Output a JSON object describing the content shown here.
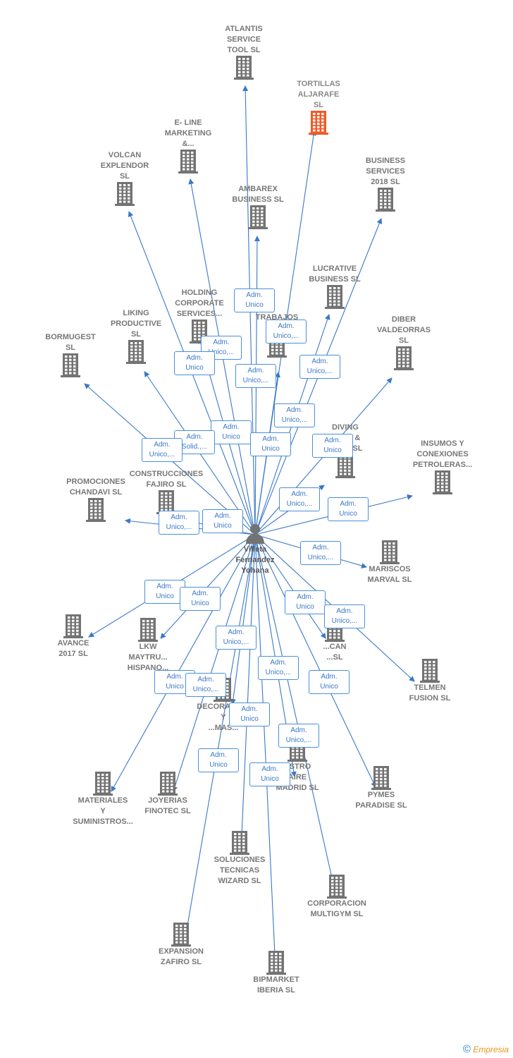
{
  "center": {
    "name": "Villeta\nFernandez\nYohana"
  },
  "colors": {
    "edge": "#3a78c8",
    "building": "#737373",
    "highlight": "#f05a28"
  },
  "nodes": [
    {
      "id": "atlantis",
      "name": "ATLANTIS\nSERVICE\nTOOL SL",
      "edge_label": "Adm.\nUnico"
    },
    {
      "id": "tortillas",
      "name": "TORTILLAS\nALJARAFE\nSL",
      "highlight": true,
      "edge_label": "Adm.\nUnico,..."
    },
    {
      "id": "eline",
      "name": "E- LINE\nMARKETING\n&...",
      "edge_label": "Adm.\nUnico,..."
    },
    {
      "id": "volcan",
      "name": "VOLCAN\nEXPLENDOR\nSL",
      "edge_label": "Adm.\nUnico"
    },
    {
      "id": "business2018",
      "name": "BUSINESS\nSERVICES\n2018 SL",
      "edge_label": "Adm.\nUnico,..."
    },
    {
      "id": "ambarex",
      "name": "AMBAREX\nBUSINESS SL",
      "edge_label": "Adm.\nUnico,..."
    },
    {
      "id": "lucrative",
      "name": "LUCRATIVE\nBUSINESS SL",
      "edge_label": "Adm.\nUnico,..."
    },
    {
      "id": "holding",
      "name": "HOLDING\nCORPORATE\nSERVICES...",
      "edge_label": "Adm.\nUnico"
    },
    {
      "id": "trabajos",
      "name": "TRABAJOS\nPO...",
      "edge_label": "Adm.\nUnico"
    },
    {
      "id": "liking",
      "name": "LIKING\nPRODUCTIVE\nSL",
      "edge_label": "Adm.\nSolid.,..."
    },
    {
      "id": "diber",
      "name": "DIBER\nVALDEORRAS\nSL",
      "edge_label": "Adm.\nUnico"
    },
    {
      "id": "bormugest",
      "name": "BORMUGEST\nSL",
      "edge_label": "Adm.\nUnico,..."
    },
    {
      "id": "diving",
      "name": "DIVING\n...CES &\n...ACT SL",
      "edge_label": "Adm.\nUnico,..."
    },
    {
      "id": "insumos",
      "name": "INSUMOS Y\nCONEXIONES\nPETROLERAS...",
      "edge_label": "Adm.\nUnico"
    },
    {
      "id": "construcciones",
      "name": "CONSTRUCCIONES\nFAJIRO SL",
      "edge_label": "Adm.\nUnico"
    },
    {
      "id": "promociones",
      "name": "PROMOCIONES\nCHANDAVI SL",
      "edge_label": "Adm.\nUnico,..."
    },
    {
      "id": "mariscos",
      "name": "MARISCOS\nMARVAL SL",
      "edge_label": "Adm.\nUnico,..."
    },
    {
      "id": "avance",
      "name": "AVANCE\n2017 SL",
      "edge_label": "Adm.\nUnico"
    },
    {
      "id": "lkw",
      "name": "LKW\nMAYTRU...\nHISPANO...",
      "edge_label": "Adm.\nUnico"
    },
    {
      "id": "can",
      "name": "...CAN\n...SL",
      "edge_label": "Adm.\nUnico"
    },
    {
      "id": "telmen",
      "name": "TELMEN\nFUSION SL",
      "edge_label": "Adm.\nUnico,..."
    },
    {
      "id": "decoracion",
      "name": "DECORACION\nY\n...MAS...",
      "edge_label": "Adm.\nUnico,..."
    },
    {
      "id": "pymes",
      "name": "PYMES\nPARADISE SL",
      "edge_label": "Adm.\nUnico"
    },
    {
      "id": "astro",
      "name": "ASTRO\nAIRE\nMADRID SL",
      "edge_label": "Adm.\nUnico,..."
    },
    {
      "id": "materiales",
      "name": "MATERIALES\nY\nSUMINISTROS...",
      "edge_label": "Adm.\nUnico"
    },
    {
      "id": "joyerias",
      "name": "JOYERIAS\nFINOTEC SL",
      "edge_label": "Adm.\nUnico,..."
    },
    {
      "id": "soluciones",
      "name": "SOLUCIONES\nTECNICAS\nWIZARD SL",
      "edge_label": "Adm.\nUnico"
    },
    {
      "id": "corporacion",
      "name": "CORPORACION\nMULTIGYM SL",
      "edge_label": "Adm.\nUnico,..."
    },
    {
      "id": "expansion",
      "name": "EXPANSION\nZAFIRO SL",
      "edge_label": "Adm.\nUnico"
    },
    {
      "id": "bipmarket",
      "name": "BIPMARKET\nIBERIA SL",
      "edge_label": "Adm.\nUnico"
    }
  ],
  "copyright": {
    "symbol": "©",
    "brand": "Empresia"
  }
}
